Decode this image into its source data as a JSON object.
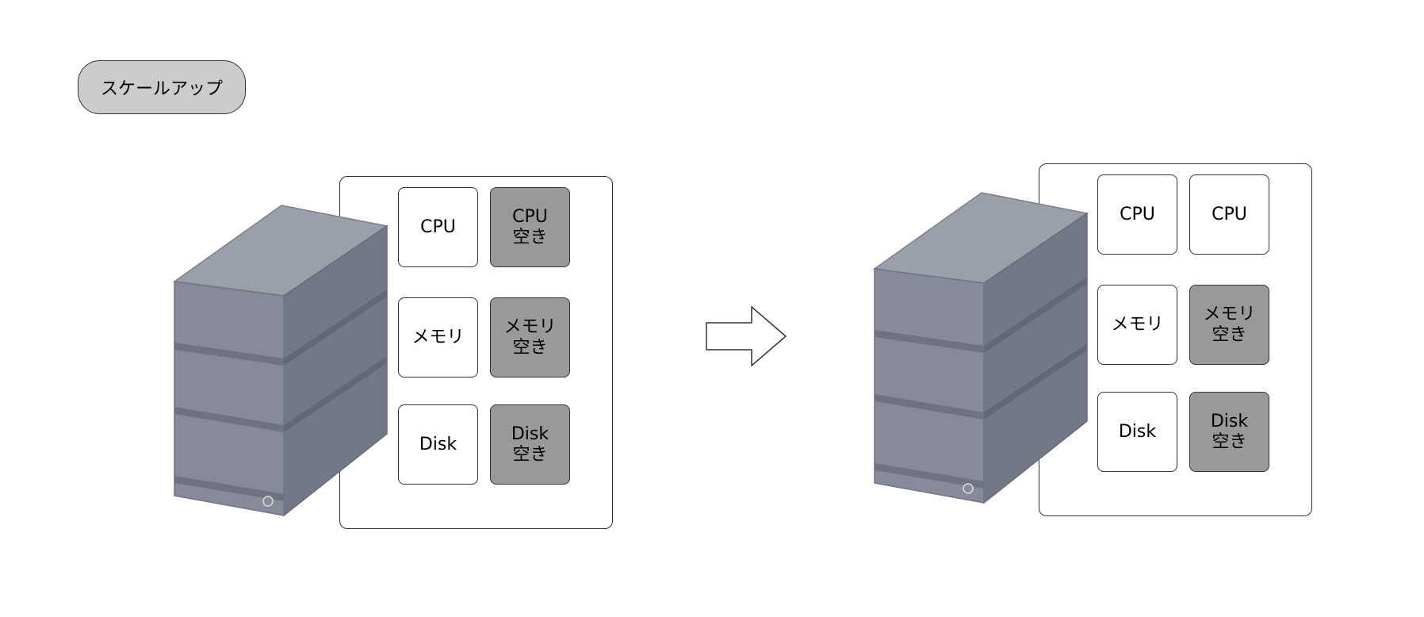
{
  "title": "スケールアップ",
  "colors": {
    "free_cell": "#999999",
    "used_cell": "#ffffff",
    "server_front": "#868a99",
    "server_side": "#737886",
    "server_top": "#9aa0ab"
  },
  "before": {
    "cells": [
      {
        "line1": "CPU",
        "line2": "",
        "state": "used"
      },
      {
        "line1": "CPU",
        "line2": "空き",
        "state": "free"
      },
      {
        "line1": "メモリ",
        "line2": "",
        "state": "used"
      },
      {
        "line1": "メモリ",
        "line2": "空き",
        "state": "free"
      },
      {
        "line1": "Disk",
        "line2": "",
        "state": "used"
      },
      {
        "line1": "Disk",
        "line2": "空き",
        "state": "free"
      }
    ]
  },
  "after": {
    "cells": [
      {
        "line1": "CPU",
        "line2": "",
        "state": "used"
      },
      {
        "line1": "CPU",
        "line2": "",
        "state": "used"
      },
      {
        "line1": "メモリ",
        "line2": "",
        "state": "used"
      },
      {
        "line1": "メモリ",
        "line2": "空き",
        "state": "free"
      },
      {
        "line1": "Disk",
        "line2": "",
        "state": "used"
      },
      {
        "line1": "Disk",
        "line2": "空き",
        "state": "free"
      }
    ]
  },
  "arrow_icon": "right-arrow-icon",
  "server_icon": "server-tower-icon"
}
